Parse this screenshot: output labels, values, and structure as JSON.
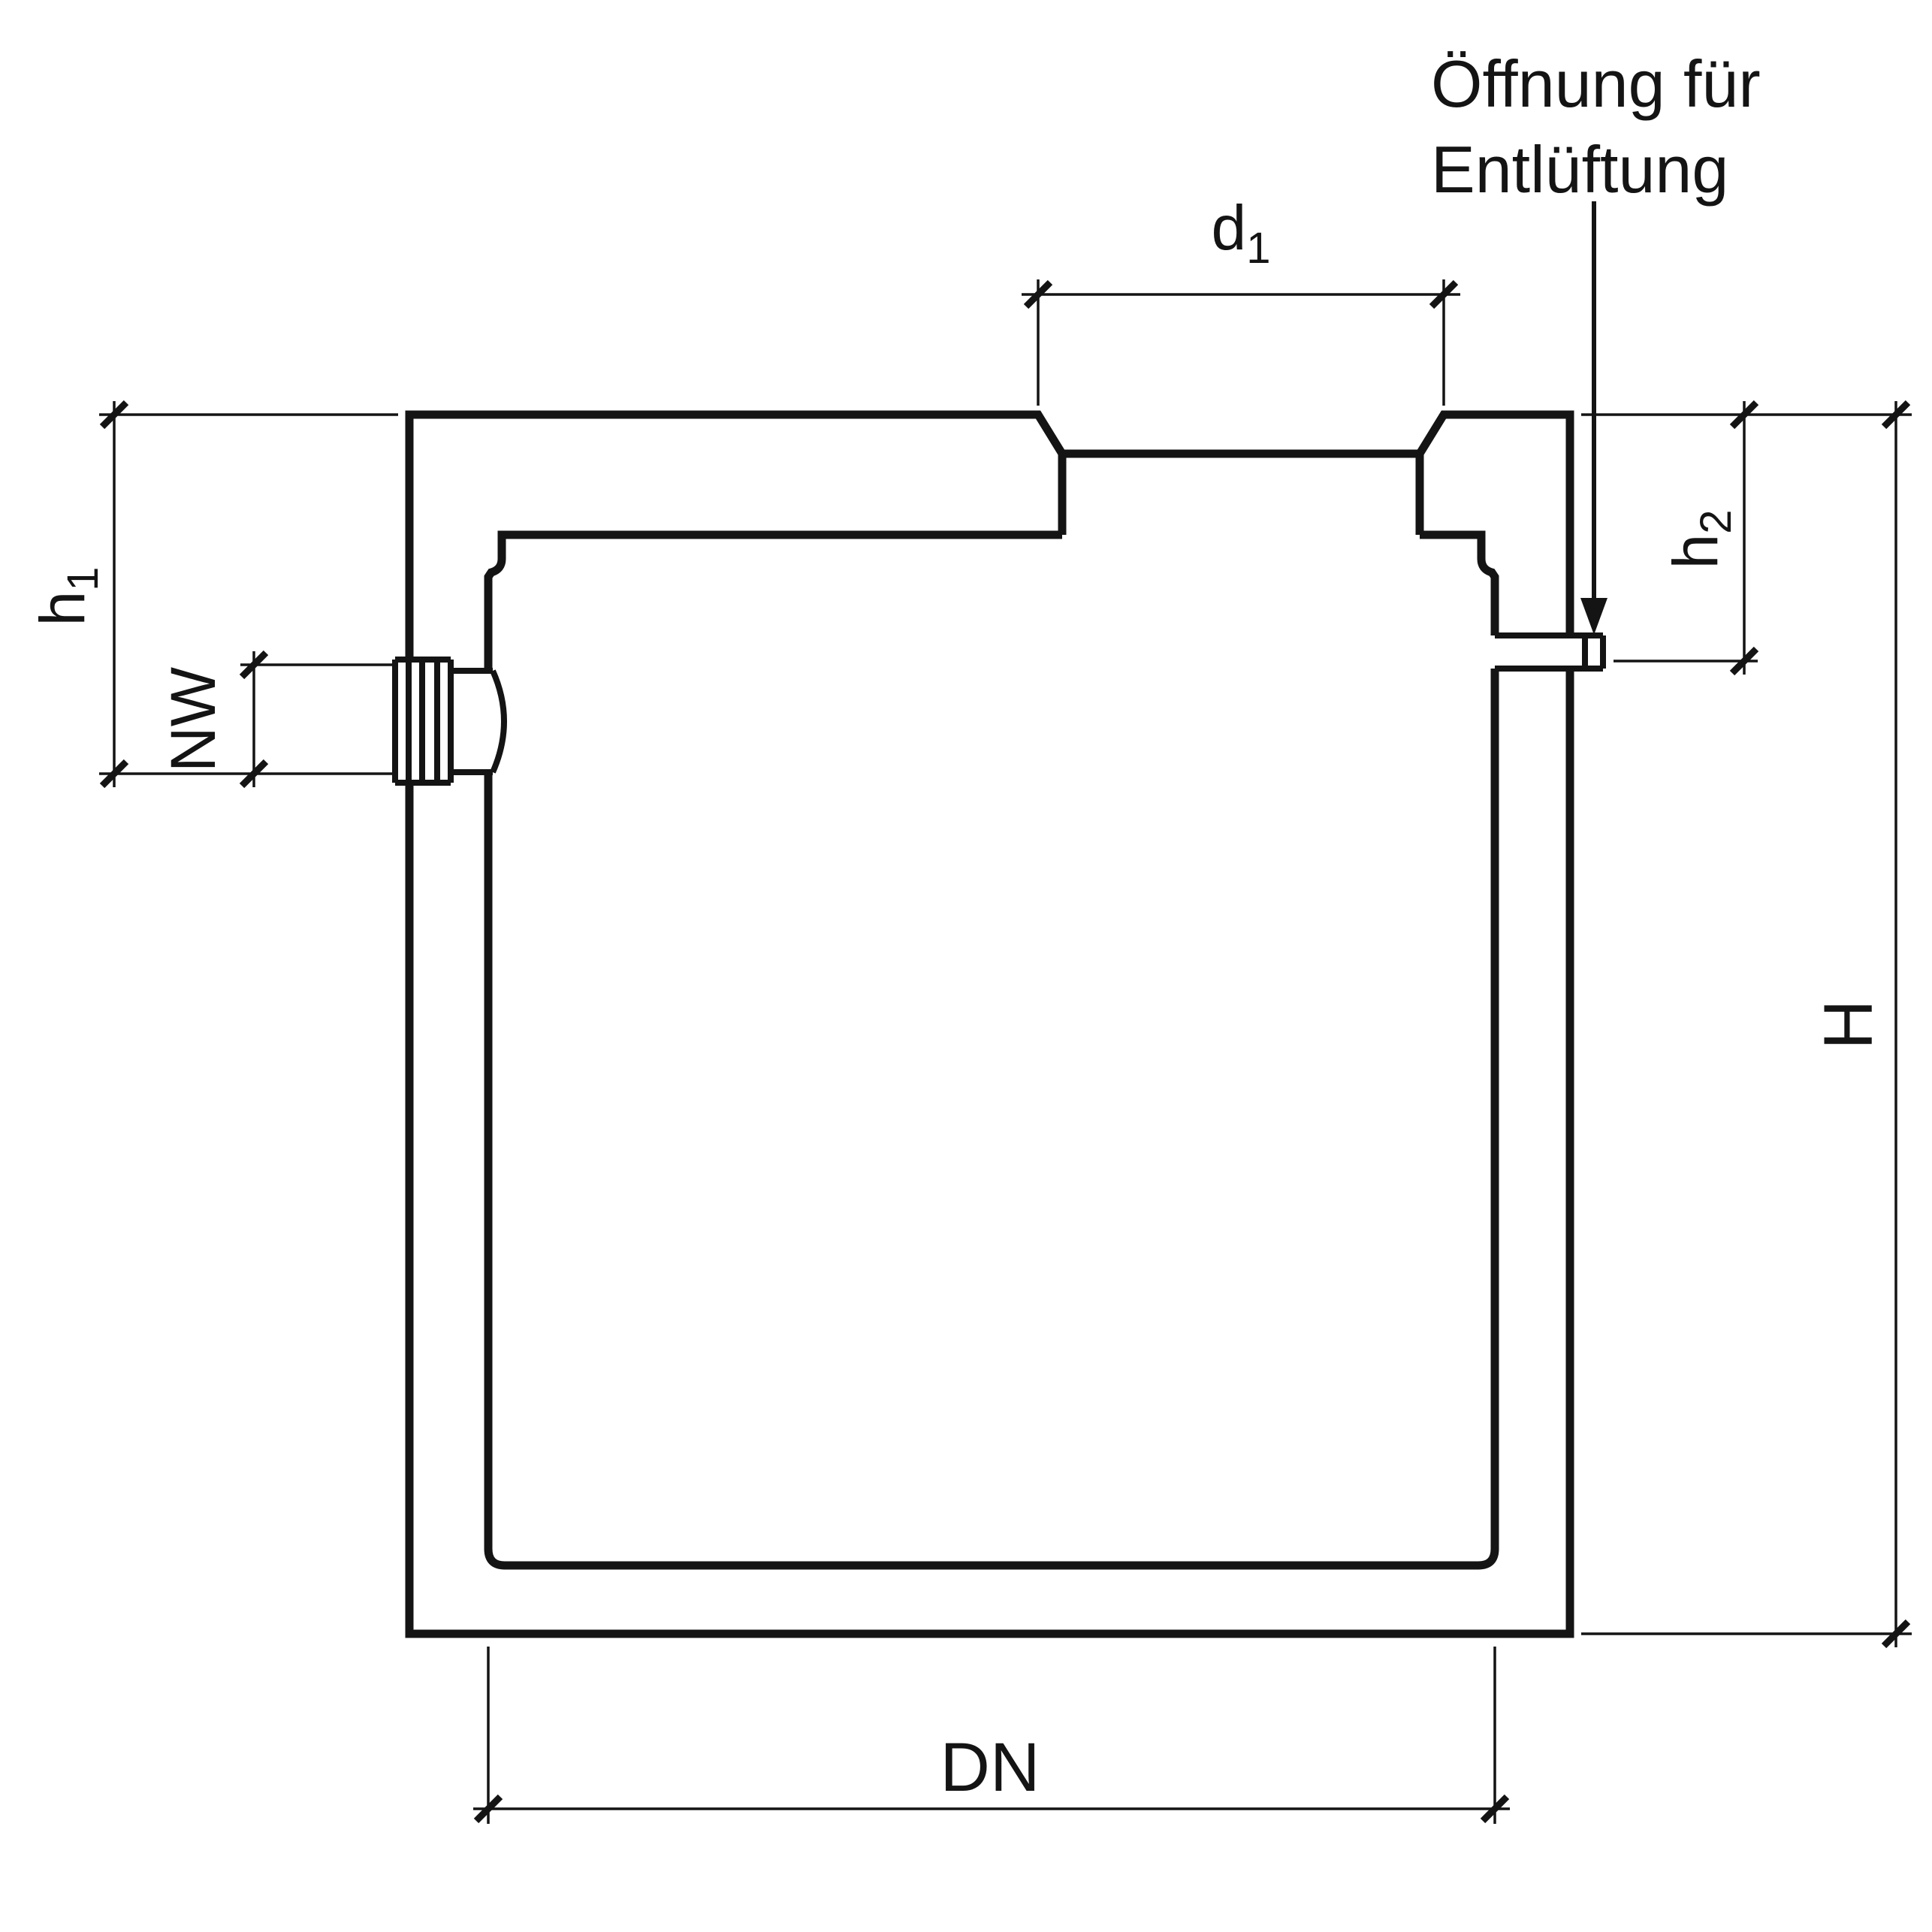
{
  "figure": {
    "background": "#ffffff",
    "line_color": "#141414"
  },
  "annotation": {
    "line1": "Öffnung für",
    "line2": "Entlüftung"
  },
  "dimensions": {
    "d1": {
      "base": "d",
      "sub": "1"
    },
    "h1": {
      "base": "h",
      "sub": "1"
    },
    "nw": "NW",
    "h2": {
      "base": "h",
      "sub": "2"
    },
    "height": "H",
    "dn": "DN"
  }
}
